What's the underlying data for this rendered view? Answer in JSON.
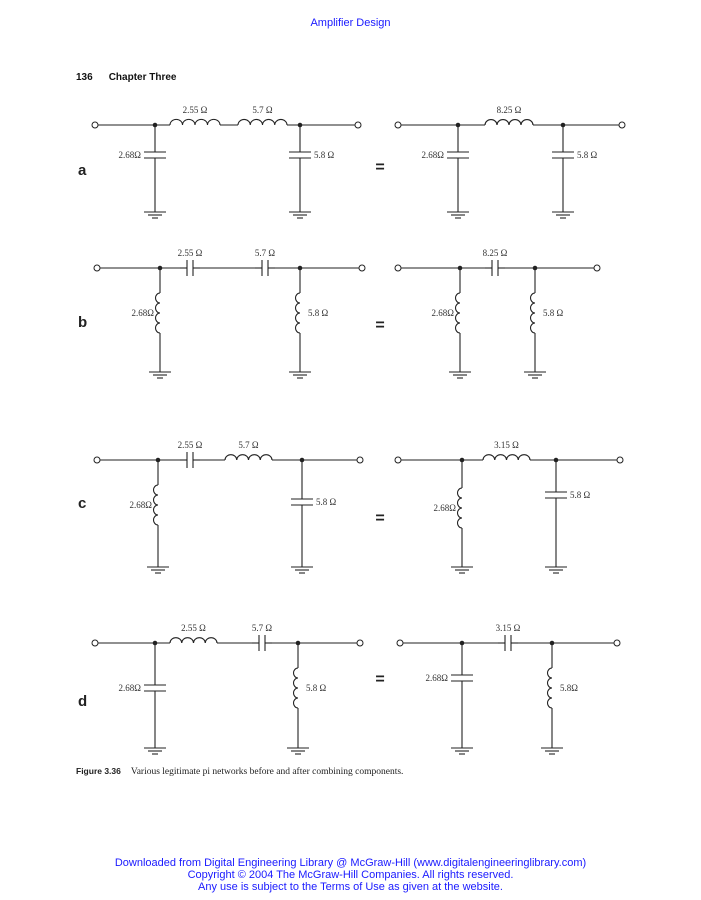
{
  "header": {
    "title": "Amplifier Design"
  },
  "running_head": {
    "page_number": "136",
    "chapter": "Chapter Three"
  },
  "figure": {
    "equals_sign": "=",
    "circuits": [
      {
        "letter": "a",
        "left": {
          "series": [
            "2.55 Ω",
            "5.7 Ω"
          ],
          "shunt_left": "2.68Ω",
          "shunt_right": "5.8 Ω"
        },
        "right": {
          "series": [
            "8.25 Ω"
          ],
          "shunt_left": "2.68Ω",
          "shunt_right": "5.8 Ω"
        }
      },
      {
        "letter": "b",
        "left": {
          "series": [
            "2.55 Ω",
            "5.7 Ω"
          ],
          "shunt_left": "2.68Ω",
          "shunt_right": "5.8 Ω"
        },
        "right": {
          "series": [
            "8.25 Ω"
          ],
          "shunt_left": "2.68Ω",
          "shunt_right": "5.8 Ω"
        }
      },
      {
        "letter": "c",
        "left": {
          "series": [
            "2.55 Ω",
            "5.7 Ω"
          ],
          "shunt_left": "2.68Ω",
          "shunt_right": "5.8 Ω"
        },
        "right": {
          "series": [
            "3.15 Ω"
          ],
          "shunt_left": "2.68Ω",
          "shunt_right": "5.8 Ω"
        }
      },
      {
        "letter": "d",
        "left": {
          "series": [
            "2.55 Ω",
            "5.7 Ω"
          ],
          "shunt_left": "2.68Ω",
          "shunt_right": "5.8 Ω"
        },
        "right": {
          "series": [
            "3.15 Ω"
          ],
          "shunt_left": "2.68Ω",
          "shunt_right": "5.8Ω"
        }
      }
    ],
    "caption_label": "Figure 3.36",
    "caption_text": "Various legitimate pi networks before and after combining components."
  },
  "footer": {
    "line1": "Downloaded from Digital Engineering Library @ McGraw-Hill (www.digitalengineeringlibrary.com)",
    "line2": "Copyright © 2004 The McGraw-Hill Companies. All rights reserved.",
    "line3": "Any use is subject to the Terms of Use as given at the website."
  }
}
